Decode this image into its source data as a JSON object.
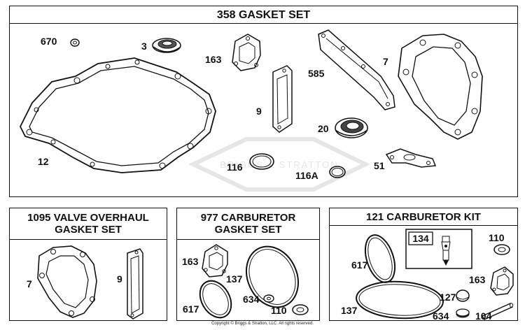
{
  "panels": {
    "main": {
      "title": "358 GASKET SET"
    },
    "valve": {
      "title_line1": "1095 VALVE OVERHAUL",
      "title_line2": "GASKET SET"
    },
    "carb_gasket": {
      "title_line1": "977 CARBURETOR",
      "title_line2": "GASKET SET"
    },
    "carb_kit": {
      "title": "121 CARBURETOR KIT",
      "inset_label": "134"
    }
  },
  "callouts": {
    "main": [
      "670",
      "3",
      "163",
      "585",
      "7",
      "9",
      "20",
      "12",
      "116",
      "116A",
      "51"
    ],
    "valve": [
      "7",
      "9"
    ],
    "carb_gasket": [
      "163",
      "137",
      "634",
      "617",
      "110"
    ],
    "carb_kit": [
      "110",
      "617",
      "163",
      "127",
      "137",
      "634",
      "104"
    ]
  },
  "watermark": "BRIGGS & STRATTON",
  "copyright": "Copyright © Briggs & Stratton, LLC. All rights reserved."
}
